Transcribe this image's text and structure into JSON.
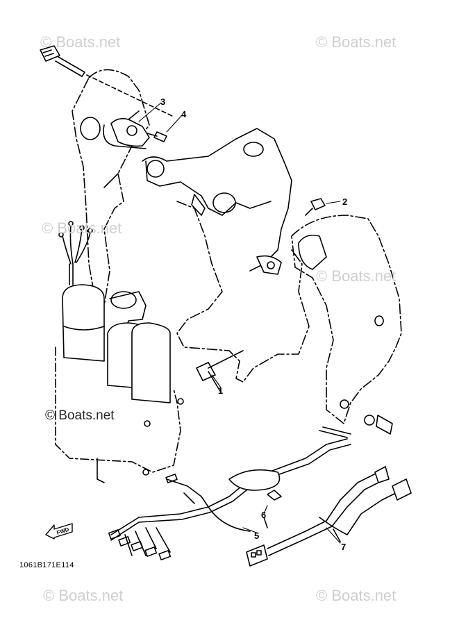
{
  "watermarks": {
    "top_left": "© Boats.net",
    "top_right": "© Boats.net",
    "mid_left_faint": "© Boats.net",
    "mid_right_faint": "© Boats.net",
    "mid_left": "© Boats.net",
    "bottom_left": "© Boats.net",
    "bottom_right": "© Boats.net"
  },
  "callouts": {
    "c1": "1",
    "c2": "2",
    "c3": "3",
    "c4": "4",
    "c5": "5",
    "c6": "6",
    "c7": "7"
  },
  "fwd_label": "FWD",
  "diagram_code": "1061B171E114",
  "colors": {
    "line": "#000000",
    "watermark": "#cfcfcf",
    "background": "#ffffff"
  }
}
